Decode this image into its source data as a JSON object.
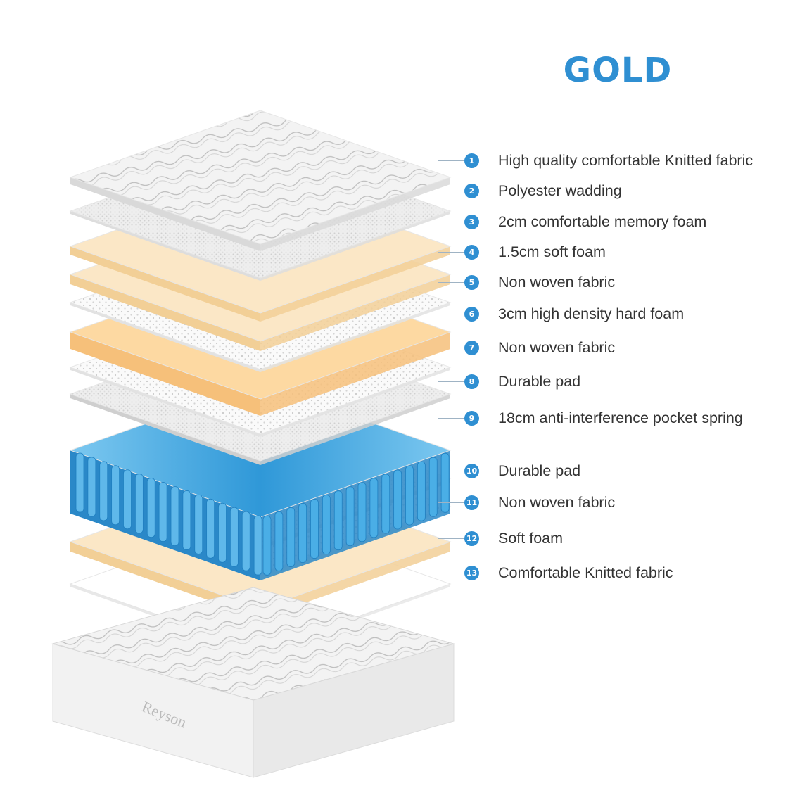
{
  "title": "GOLD",
  "colors": {
    "accent": "#2f8fd2",
    "label_text": "#333333",
    "foam_light": "#fbe7c6",
    "foam_mid": "#fdd9a2",
    "spring_blue": "#3aa6e0"
  },
  "layers": [
    {
      "number": "1",
      "label": "High quality comfortable Knitted fabric",
      "type": "quilt"
    },
    {
      "number": "2",
      "label": "Polyester wadding",
      "type": "wadding"
    },
    {
      "number": "3",
      "label": "2cm comfortable memory foam",
      "type": "foam-light"
    },
    {
      "number": "4",
      "label": "1.5cm soft foam",
      "type": "foam-light"
    },
    {
      "number": "5",
      "label": "Non woven fabric",
      "type": "nonwoven"
    },
    {
      "number": "6",
      "label": "3cm high density hard foam",
      "type": "foam-thick"
    },
    {
      "number": "7",
      "label": "Non woven fabric",
      "type": "nonwoven"
    },
    {
      "number": "8",
      "label": "Durable pad",
      "type": "pad"
    },
    {
      "number": "9",
      "label": "18cm anti-interference pocket spring",
      "type": "spring"
    },
    {
      "number": "10",
      "label": "Durable pad",
      "type": "pad"
    },
    {
      "number": "11",
      "label": "Non woven fabric",
      "type": "nonwoven"
    },
    {
      "number": "12",
      "label": "Soft foam",
      "type": "foam-light"
    },
    {
      "number": "13",
      "label": "Comfortable Knitted fabric",
      "type": "plain"
    }
  ],
  "mattress_brand": "Reyson"
}
